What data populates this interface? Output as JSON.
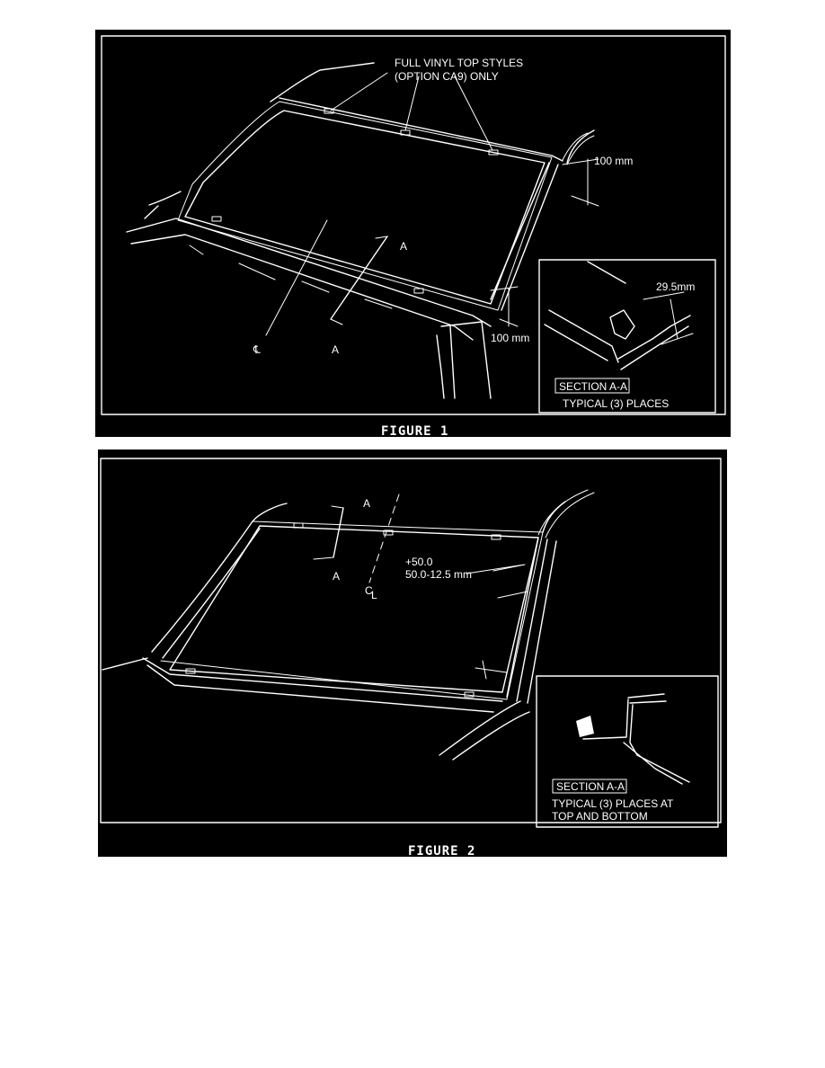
{
  "figure1": {
    "callout": [
      "FULL VINYL TOP STYLES",
      "(OPTION CA9) ONLY"
    ],
    "dim_top": "100 mm",
    "dim_bottom": "100 mm",
    "section_marker_top": "A",
    "section_marker_bottom": "A",
    "centerline": "℄",
    "inset": {
      "dimension": "29.5mm",
      "section_label": "SECTION A-A",
      "note": "TYPICAL (3) PLACES"
    },
    "caption": "FIGURE 1"
  },
  "figure2": {
    "section_marker_top": "A",
    "section_marker_bottom": "A",
    "centerline": "C",
    "centerline_sub": "L",
    "dim_line1": "+50.0",
    "dim_line2": "50.0-12.5 mm",
    "inset": {
      "section_label": "SECTION A-A",
      "note_line1": "TYPICAL (3) PLACES AT",
      "note_line2": "TOP AND BOTTOM"
    },
    "caption": "FIGURE 2"
  }
}
